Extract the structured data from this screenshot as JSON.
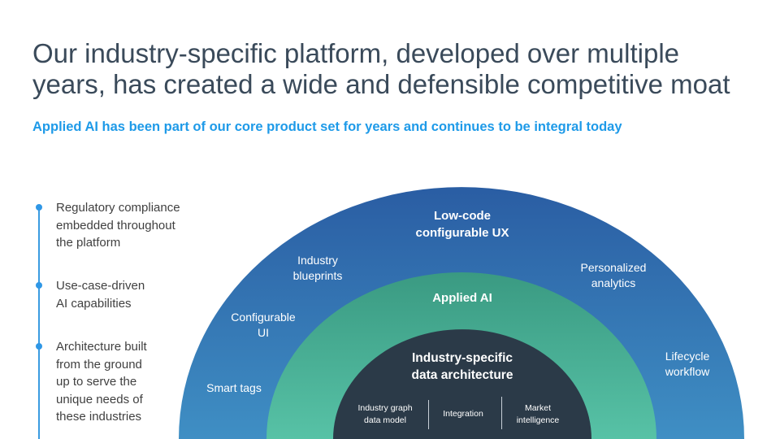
{
  "header": {
    "title": "Our industry-specific platform, developed over multiple\nyears, has created a wide and defensible competitive moat",
    "subtitle": "Applied AI has been part of our core product set for years and continues to be integral today"
  },
  "bullets": [
    {
      "text": "Regulatory compliance\nembedded throughout\nthe platform"
    },
    {
      "text": "Use-case-driven\nAI capabilities"
    },
    {
      "text": "Architecture built\nfrom the ground\nup to serve the\nunique needs of\nthese industries"
    }
  ],
  "outer_ring": {
    "title": "Low-code\nconfigurable UX",
    "items": [
      "Industry\nblueprints",
      "Personalized\nanalytics",
      "Configurable\nUI",
      "Lifecycle\nworkflow",
      "Smart tags"
    ]
  },
  "middle_ring": {
    "title": "Applied AI"
  },
  "core": {
    "title": "Industry-specific\ndata architecture",
    "items": [
      "Industry graph\ndata model",
      "Integration",
      "Market\nintelligence"
    ]
  },
  "colors": {
    "accent_blue": "#1e9ae8",
    "outer_ring_top": "#2a5da3",
    "outer_ring_bottom": "#3f8fc4",
    "middle_ring_top": "#3a9a82",
    "middle_ring_bottom": "#57c2a6",
    "core": "#2b3a48"
  }
}
